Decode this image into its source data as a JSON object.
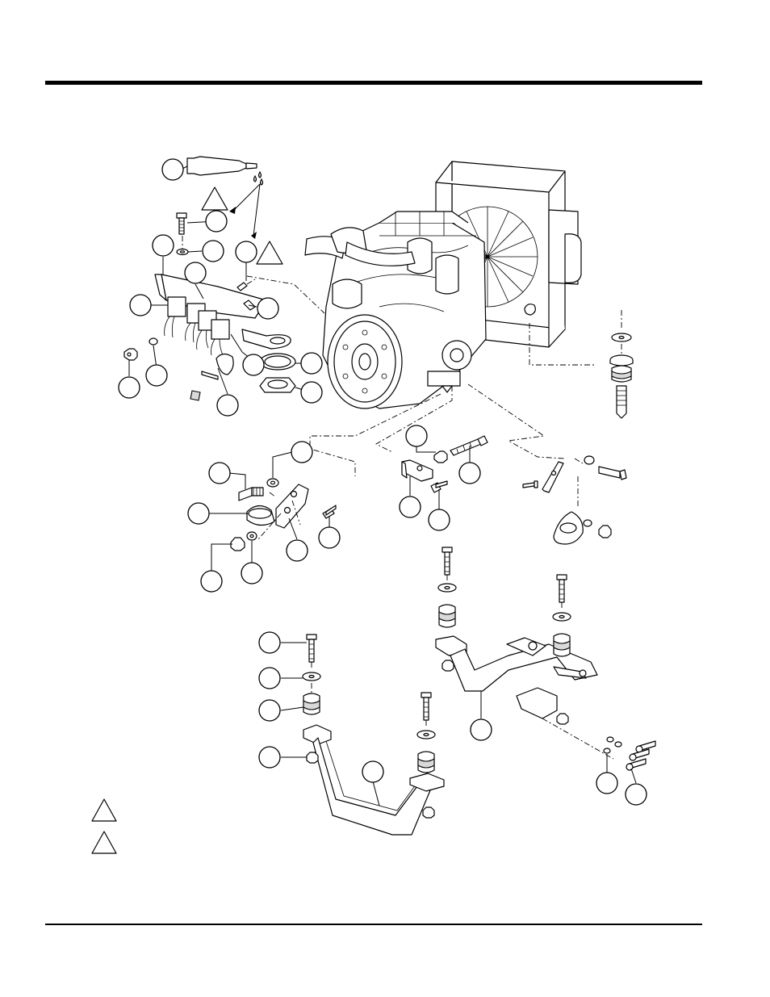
{
  "page": {
    "rules": [
      "header-rule",
      "footer-rule"
    ]
  },
  "legend": {
    "items": [
      {
        "icon": "triangle-note-icon",
        "text": ""
      },
      {
        "icon": "triangle-note-icon",
        "text": ""
      }
    ]
  },
  "diagram": {
    "assemblies": [
      "sealant-tube",
      "relay-bracket-assembly",
      "engine-with-radiator",
      "radiator-isolator-stack",
      "hose-clamp-assembly",
      "engine-mount-bracket-right",
      "ground-lug-assembly",
      "front-engine-mount",
      "rear-engine-mount"
    ],
    "colors": {
      "line": "#000000",
      "fill": "#ffffff",
      "shade": "#d9d9d9"
    }
  }
}
